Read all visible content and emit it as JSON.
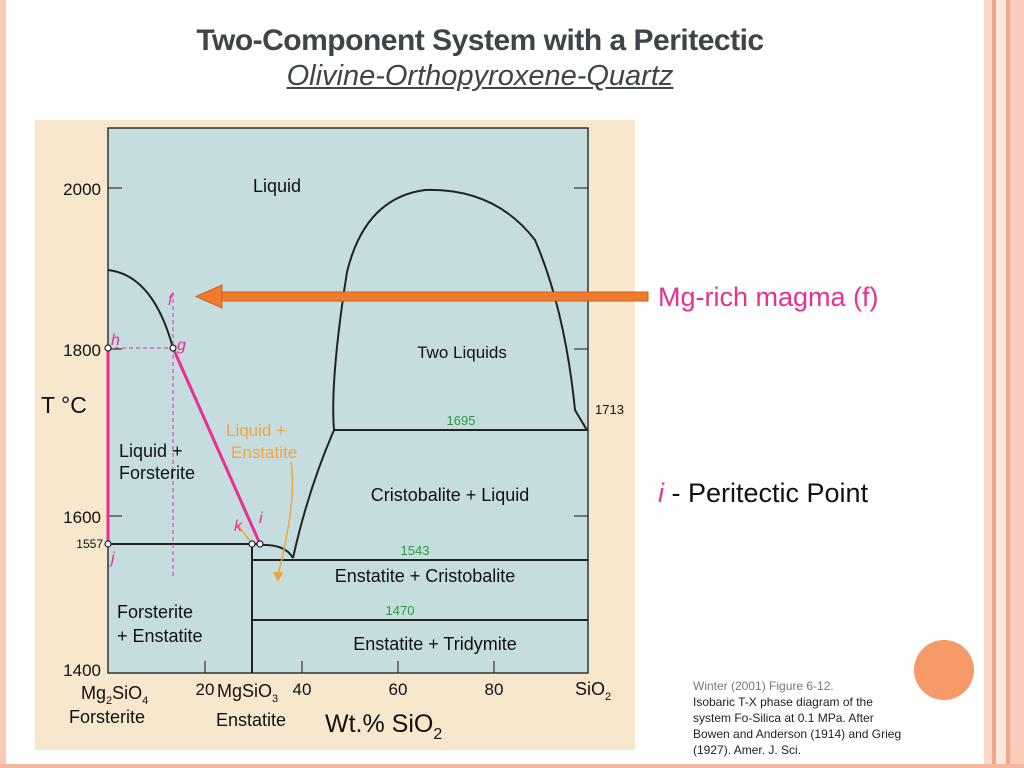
{
  "title": {
    "line1": "Two-Component System with a Peritectic",
    "line2": "Olivine-Orthopyroxene-Quartz"
  },
  "annotations": {
    "magma": "Mg-rich magma (f)",
    "peritectic_letter": "i",
    "peritectic_rest": " - Peritectic Point"
  },
  "citation": {
    "line1": "Winter (2001) Figure 6-12.",
    "body": "Isobaric T-X phase diagram of the system Fo-Silica at 0.1 MPa. After Bowen and Anderson (1914) and Grieg (1927). Amer. J. Sci."
  },
  "colors": {
    "accent": "#e7308f",
    "orange": "#f4a23c",
    "green": "#2e9a3c",
    "plot_bg": "#c6dde0",
    "frame": "#f7e7cc",
    "arrow": "#f07b2e"
  },
  "diagram": {
    "y_axis_label": "T °C",
    "y_ticks": [
      "2000",
      "1800",
      "1600",
      "1400"
    ],
    "y_extra_tick": "1557",
    "x_ticks": [
      "20",
      "40",
      "60",
      "80"
    ],
    "x_axis_label": "Wt.% SiO",
    "x_axis_label_sub": "2",
    "left_end": {
      "formula_a": "Mg",
      "sub1": "2",
      "formula_b": "SiO",
      "sub2": "4",
      "name": "Forsterite"
    },
    "mid_end": {
      "formula": "MgSiO",
      "sub": "3",
      "name": "Enstatite"
    },
    "right_end": {
      "formula": "SiO",
      "sub": "2"
    },
    "regions": {
      "liquid": "Liquid",
      "two_liquids": "Two Liquids",
      "liq_fo_1": "Liquid +",
      "liq_fo_2": "Forsterite",
      "liq_en_1": "Liquid +",
      "liq_en_2": "Enstatite",
      "cristo_liq": "Cristobalite + Liquid",
      "en_cristo": "Enstatite + Cristobalite",
      "fo_en_1": "Forsterite",
      "fo_en_2": "+ Enstatite",
      "en_trid": "Enstatite + Tridymite"
    },
    "isotherms": {
      "t1695": "1695",
      "t1713": "1713",
      "t1543": "1543",
      "t1470": "1470"
    },
    "points": {
      "f": "f",
      "g": "g",
      "h": "h",
      "i": "i",
      "j": "j",
      "k": "k"
    }
  }
}
